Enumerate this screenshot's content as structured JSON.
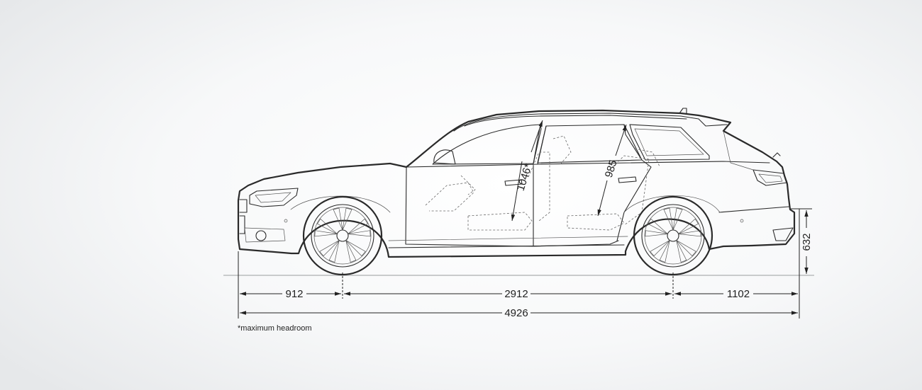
{
  "dimensions": {
    "front_overhang": "912",
    "wheelbase": "2912",
    "rear_overhang": "1102",
    "overall_length": "4926",
    "front_headroom": "1046*",
    "rear_headroom": "985",
    "load_sill_height": "632"
  },
  "footnote": "*maximum headroom"
}
